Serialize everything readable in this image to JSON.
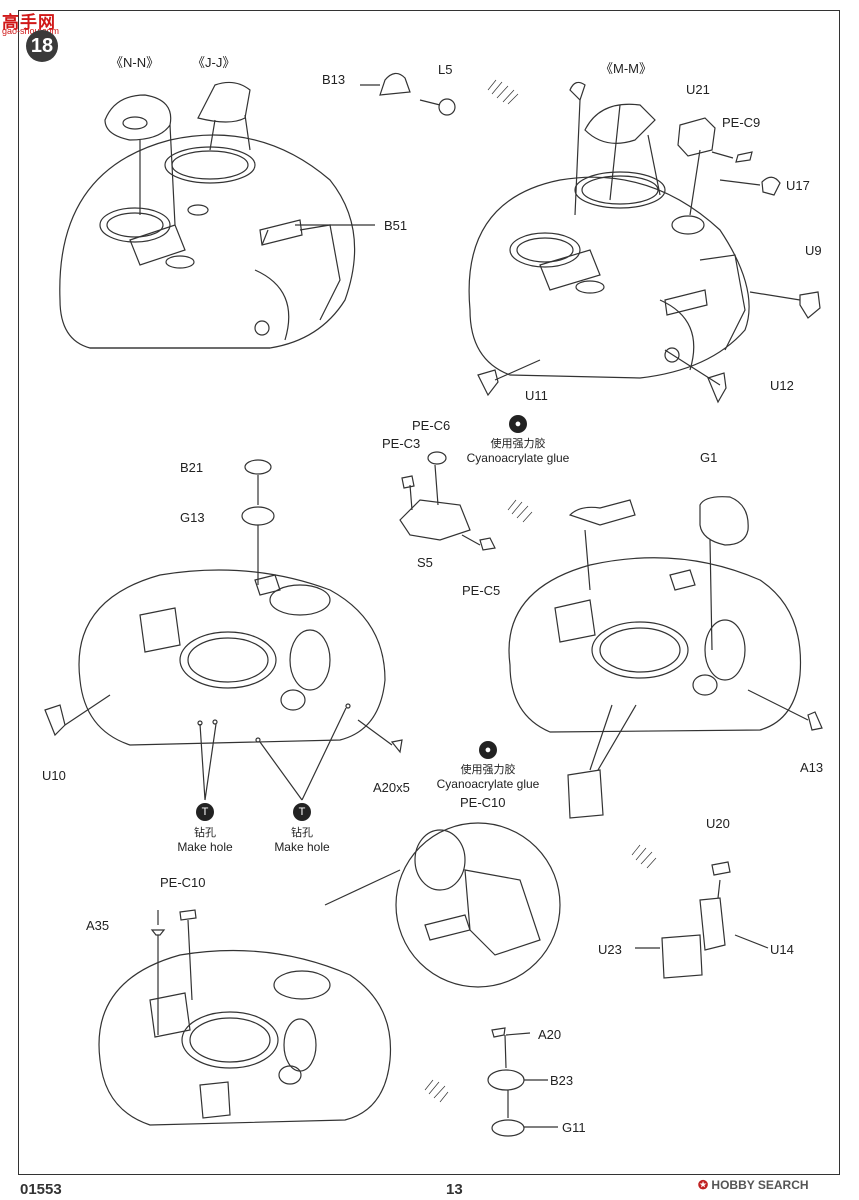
{
  "site": {
    "logo": "高手网",
    "url": "gao-shou.com"
  },
  "step_number": "18",
  "product_code": "01553",
  "page_number": "13",
  "watermark": {
    "brand": "HOBBY SEARCH"
  },
  "notes": {
    "glue_cn": "使用强力胶",
    "glue_en": "Cyanoacrylate glue",
    "hole_cn": "钻孔",
    "hole_en": "Make hole"
  },
  "section_views": {
    "nn": "《N-N》",
    "jj": "《J-J》",
    "mm": "《M-M》"
  },
  "part_labels": {
    "B13": "B13",
    "L5": "L5",
    "B51": "B51",
    "U21": "U21",
    "PEC9": "PE-C9",
    "U17": "U17",
    "U9": "U9",
    "U11": "U11",
    "U12": "U12",
    "B21": "B21",
    "G13": "G13",
    "U10": "U10",
    "A20x5": "A20x5",
    "PEC6": "PE-C6",
    "PEC3": "PE-C3",
    "S5": "S5",
    "PEC5": "PE-C5",
    "G1": "G1",
    "A13": "A13",
    "PEC10a": "PE-C10",
    "PEC10b": "PE-C10",
    "A35": "A35",
    "U20": "U20",
    "U23": "U23",
    "U14": "U14",
    "A20": "A20",
    "B23": "B23",
    "G11": "G11"
  }
}
